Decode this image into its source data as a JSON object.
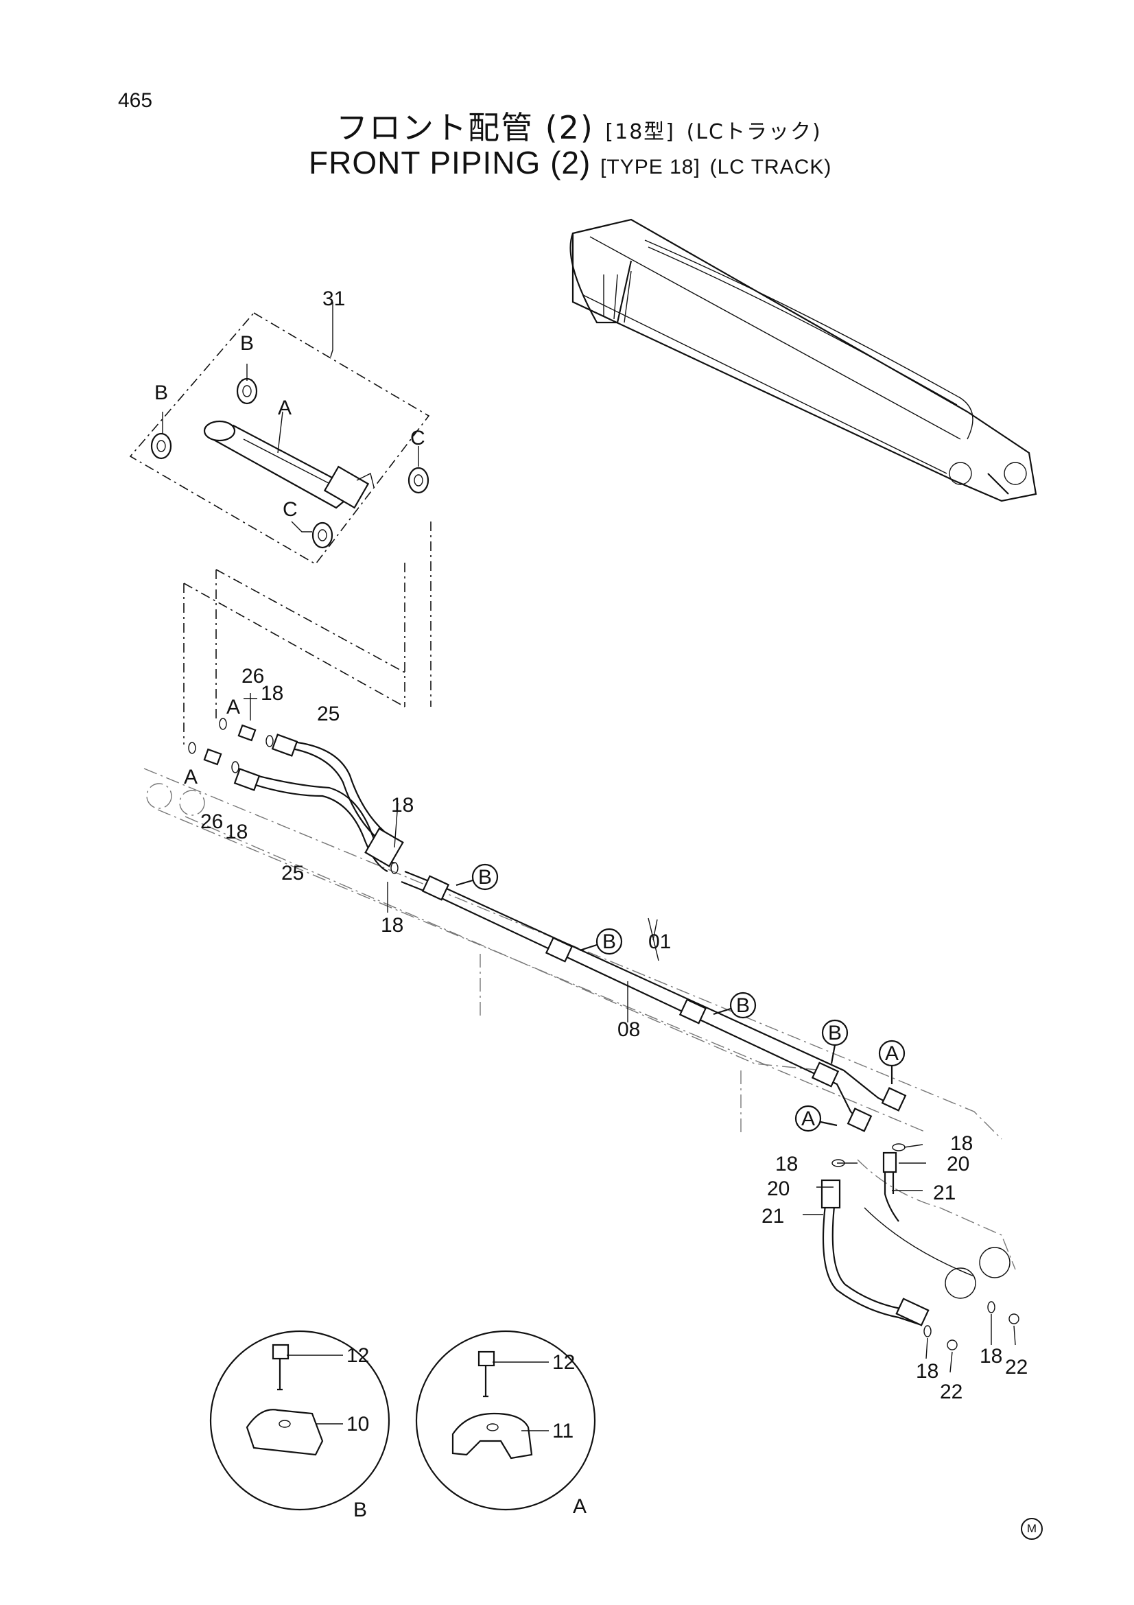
{
  "page_number": "465",
  "title_jp": {
    "main": "フロント配管 (2)",
    "type": "[18型]",
    "track": "(LCトラック)"
  },
  "title_en": {
    "main": "FRONT  PIPING  (2)",
    "type": "[TYPE 18]",
    "track": "(LC  TRACK)"
  },
  "callouts": {
    "c31": "31",
    "a_top": "A",
    "b1": "B",
    "b2": "B",
    "c1": "C",
    "c2": "C",
    "p26a": "26",
    "p26b": "26",
    "pA1": "A",
    "pA2": "A",
    "p18a": "18",
    "p18b": "18",
    "p25a": "25",
    "p25b": "25",
    "p18c": "18",
    "p18d": "18",
    "p01": "01",
    "p08": "08",
    "bubB1": "B",
    "bubB2": "B",
    "bubB3": "B",
    "bubB4": "B",
    "bubA1": "A",
    "bubA2": "A",
    "p18e": "18",
    "p20a": "20",
    "p21a": "21",
    "p18f": "18",
    "p20b": "20",
    "p21b": "21",
    "p18g": "18",
    "p22a": "22",
    "p18h": "18",
    "p22b": "22",
    "d12a": "12",
    "d10": "10",
    "d12b": "12",
    "d11": "11",
    "detB": "B",
    "detA": "A"
  },
  "mark": "M"
}
